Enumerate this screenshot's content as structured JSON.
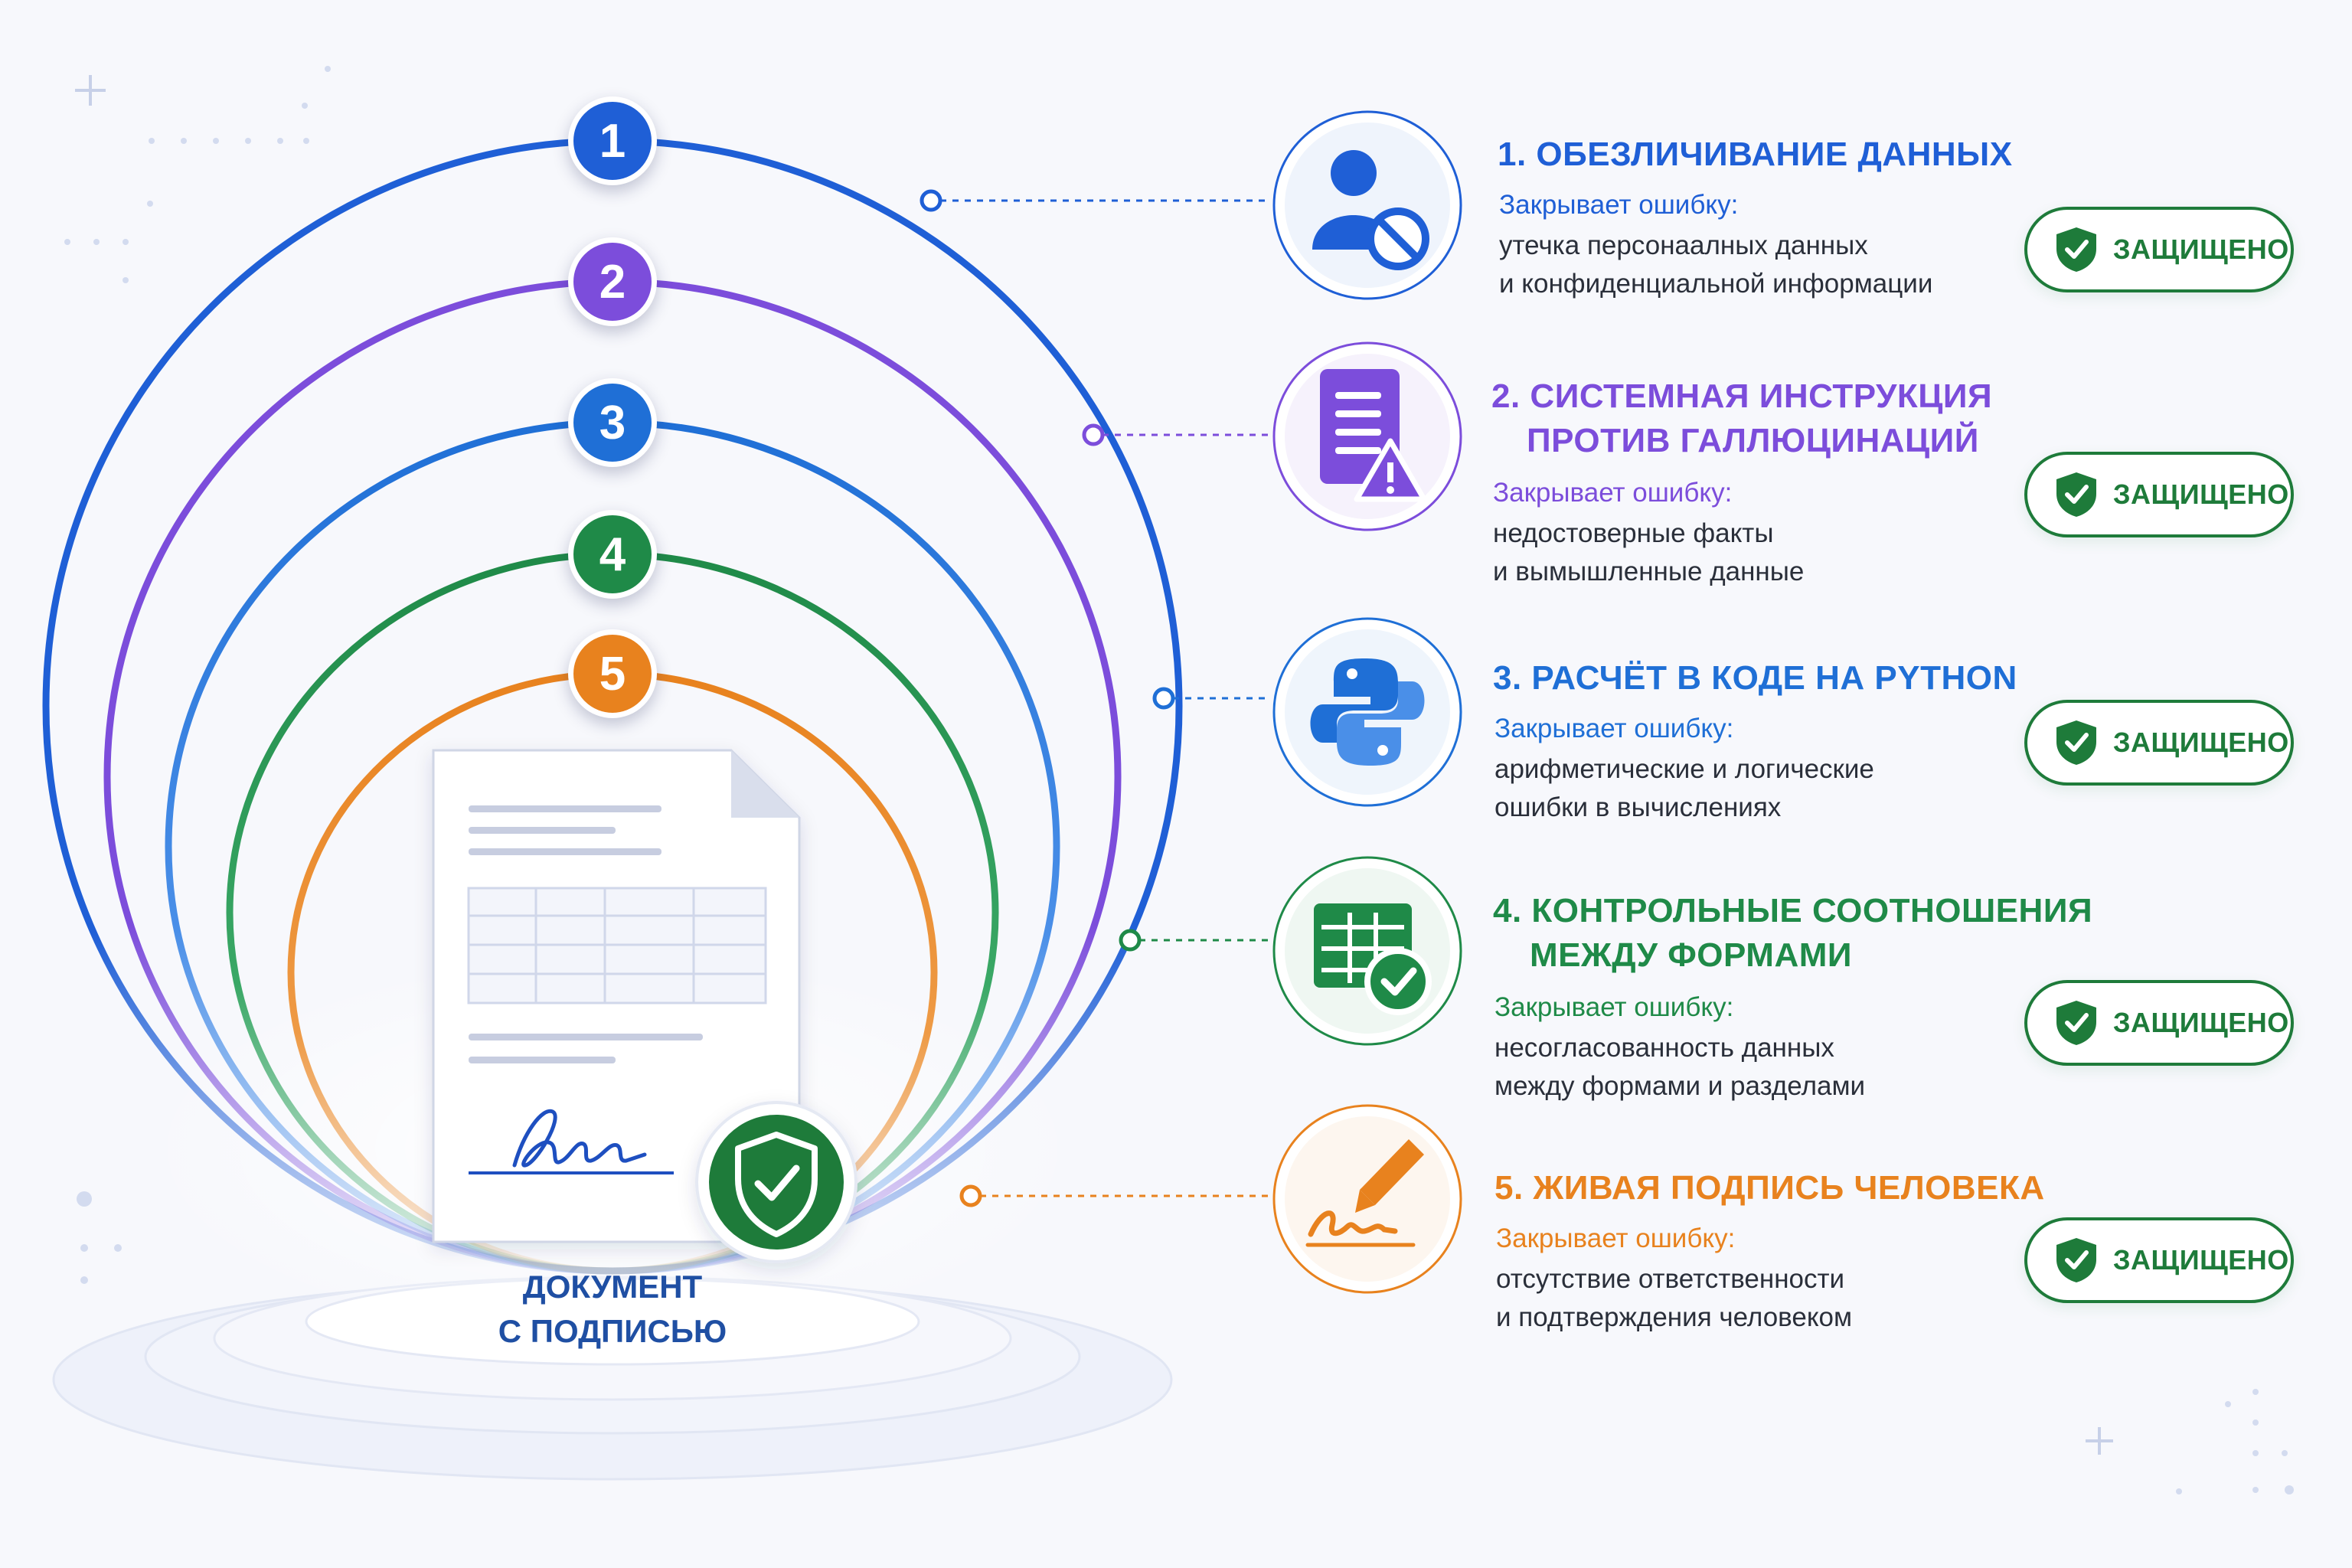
{
  "document": {
    "label_line1": "ДОКУМЕНТ",
    "label_line2": "С ПОДПИСЬЮ"
  },
  "layers": [
    {
      "number": "1",
      "title_line1": "1. ОБЕЗЛИЧИВАНИЕ ДАННЫХ",
      "title_line2": "",
      "subtitle": "Закрывает ошибку:",
      "desc_line1": "утечка персонаалных данных",
      "desc_line2": "и конфиденциальной информации",
      "badge": "ЗАЩИЩЕНО",
      "icon": "user-blocked-icon",
      "color": "#1f5fd6"
    },
    {
      "number": "2",
      "title_line1": "2. СИСТЕМНАЯ ИНСТРУКЦИЯ",
      "title_line2": "ПРОТИВ ГАЛЛЮЦИНАЦИЙ",
      "subtitle": "Закрывает ошибку:",
      "desc_line1": "недостоверные факты",
      "desc_line2": "и вымышленные данные",
      "badge": "ЗАЩИЩЕНО",
      "icon": "document-warning-icon",
      "color": "#7c4ddb"
    },
    {
      "number": "3",
      "title_line1": "3. РАСЧЁТ В КОДЕ НА PYTHON",
      "title_line2": "",
      "subtitle": "Закрывает ошибку:",
      "desc_line1": "арифметические и логические",
      "desc_line2": "ошибки в вычислениях",
      "badge": "ЗАЩИЩЕНО",
      "icon": "python-icon",
      "color": "#1f6fd6"
    },
    {
      "number": "4",
      "title_line1": "4. КОНТРОЛЬНЫЕ СООТНОШЕНИЯ",
      "title_line2": "МЕЖДУ ФОРМАМИ",
      "subtitle": "Закрывает ошибку:",
      "desc_line1": "несогласованность данных",
      "desc_line2": "между формами и разделами",
      "badge": "ЗАЩИЩЕНО",
      "icon": "table-check-icon",
      "color": "#1f8a48"
    },
    {
      "number": "5",
      "title_line1": "5. ЖИВАЯ ПОДПИСЬ ЧЕЛОВЕКА",
      "title_line2": "",
      "subtitle": "Закрывает ошибку:",
      "desc_line1": "отсутствие ответственности",
      "desc_line2": "и подтверждения человеком",
      "badge": "ЗАЩИЩЕНО",
      "icon": "pen-signature-icon",
      "color": "#e8821e"
    }
  ]
}
